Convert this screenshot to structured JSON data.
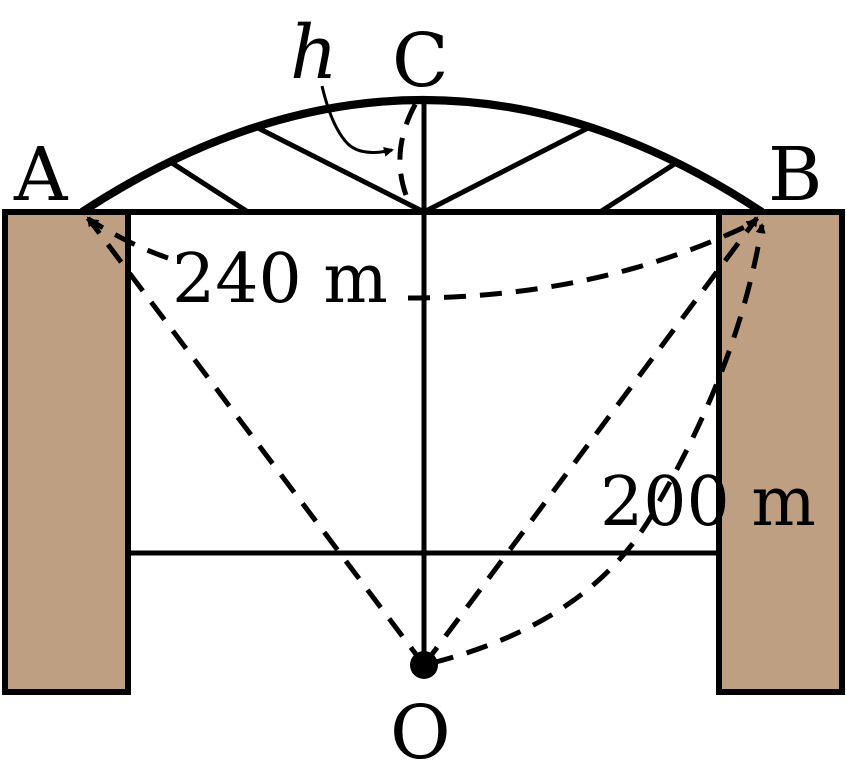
{
  "labels": {
    "point_a": "A",
    "point_b": "B",
    "point_c": "C",
    "point_o": "O",
    "height": "h",
    "span_length": "240 m",
    "radius_length": "200 m"
  },
  "colors": {
    "pier": "#bf9f81",
    "stroke": "#000000",
    "background": "#ffffff"
  }
}
